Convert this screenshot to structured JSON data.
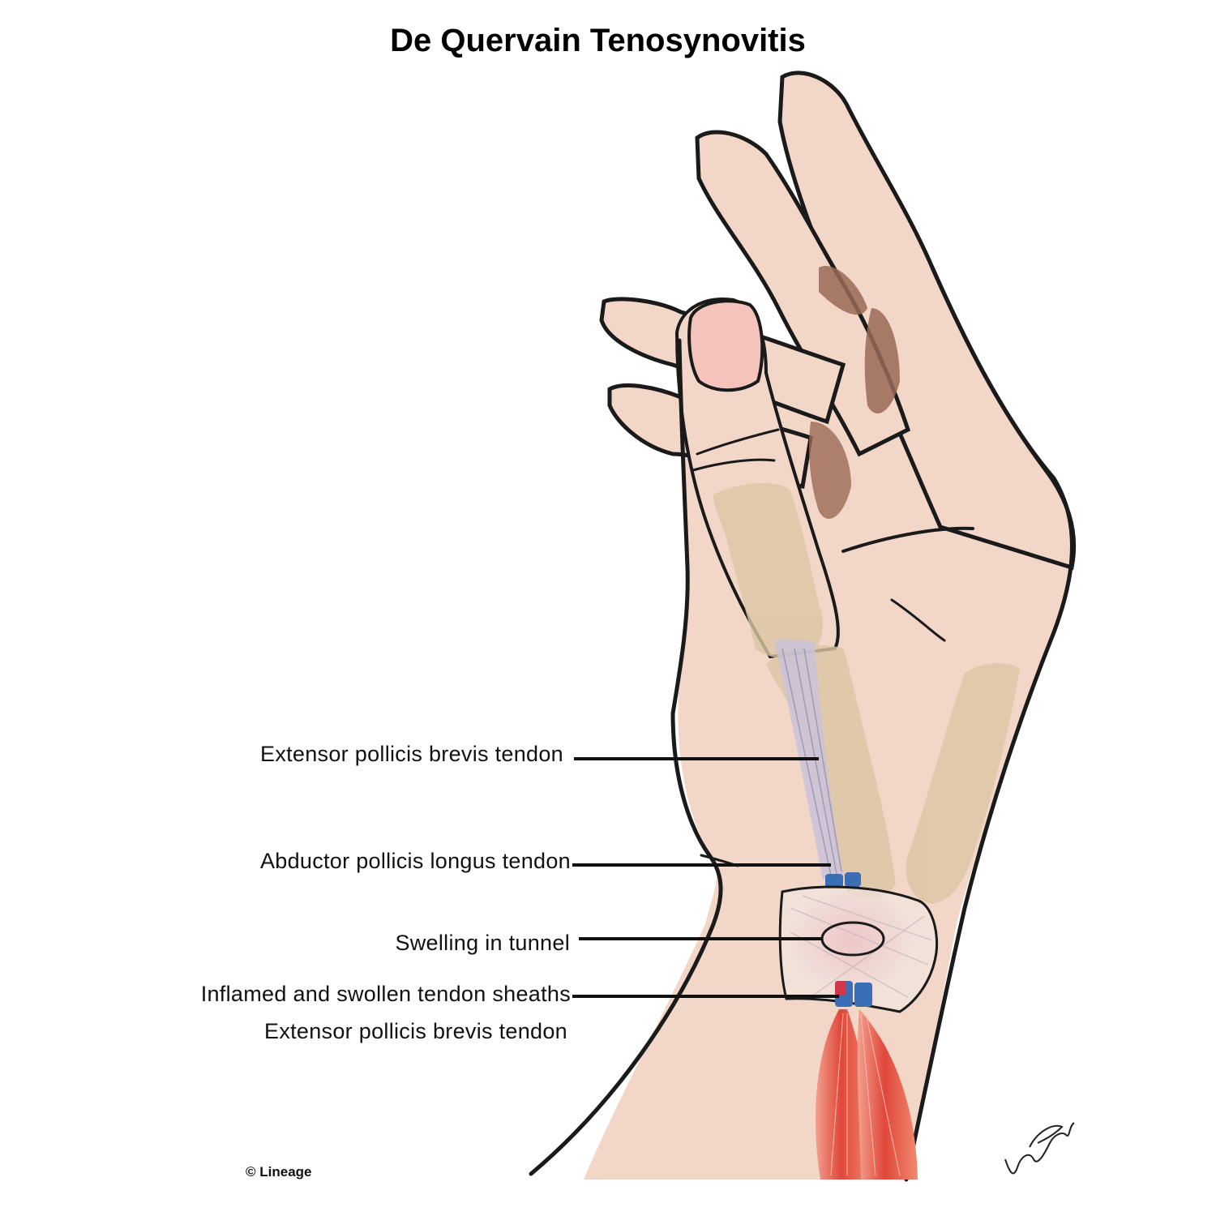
{
  "title": "De Quervain Tenosynovitis",
  "labels": [
    {
      "id": "epb-upper",
      "text": "Extensor pollicis brevis tendon"
    },
    {
      "id": "apl",
      "text": "Abductor pollicis longus tendon"
    },
    {
      "id": "swelling",
      "text": "Swelling in tunnel"
    },
    {
      "id": "sheaths",
      "text": "Inflamed and swollen tendon sheaths"
    },
    {
      "id": "epb-lower",
      "text": "Extensor pollicis brevis tendon"
    }
  ],
  "copyright": "© Lineage",
  "signature": "Vanessa L Dyer",
  "colors": {
    "skin": "#f2d6c8",
    "skin_shadow": "#9a6a56",
    "outline": "#1a1a1a",
    "bone": "#dcc7a4",
    "tendon": "#c9c2d8",
    "muscle": "#e05a4a",
    "sheath_blue": "#3a6fb5",
    "inflammation": "#e8708a"
  }
}
